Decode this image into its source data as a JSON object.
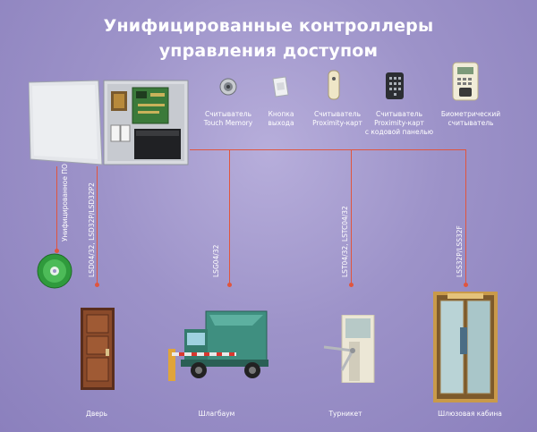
{
  "title": {
    "line1": "Унифицированные контроллеры",
    "line2": "управления доступом"
  },
  "devices": [
    {
      "line1": "Считыватель",
      "line2": "Touch Memory",
      "line3": ""
    },
    {
      "line1": "Кнопка",
      "line2": "выхода",
      "line3": ""
    },
    {
      "line1": "Считыватель",
      "line2": "Proximity-карт",
      "line3": ""
    },
    {
      "line1": "Считыватель",
      "line2": "Proximity-карт",
      "line3": "с кодовой панелью"
    },
    {
      "line1": "Биометрический",
      "line2": "считыватель",
      "line3": ""
    }
  ],
  "connections": {
    "software": "Унифицированное ПО",
    "door_ctrl": "LSD04/32, LSD32P/LSD32P2",
    "barrier_ctrl": "LSG04/32",
    "turnstile_ctrl": "LST04/32, LSTC04/32",
    "cabin_ctrl": "LSS32P/LSS32F"
  },
  "endpoints": {
    "door": "Дверь",
    "barrier": "Шлагбаум",
    "turnstile": "Турникет",
    "cabin": "Шлюзовая кабина"
  },
  "colors": {
    "line": "#e0553e",
    "background": "#9d93c9"
  }
}
